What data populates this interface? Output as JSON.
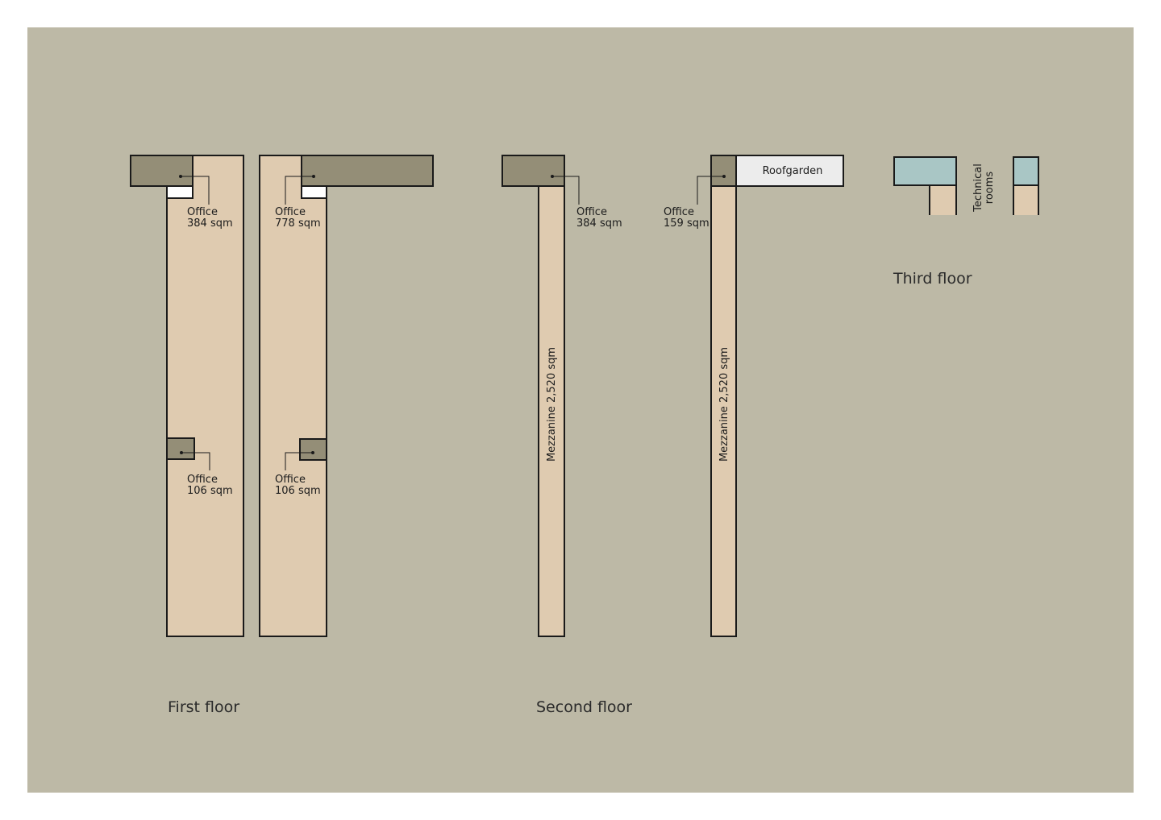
{
  "colors": {
    "board": "#bdb9a6",
    "mezzanine": "#dfcbb0",
    "office": "#948e77",
    "roofgarden": "#ececec",
    "technical": "#a9c6c5",
    "outline": "#1a1a1a"
  },
  "floors": {
    "first": {
      "title": "First floor",
      "labels": [
        {
          "name": "Office",
          "area": "384 sqm"
        },
        {
          "name": "Office",
          "area": "778 sqm"
        },
        {
          "name": "Office",
          "area": "106 sqm"
        },
        {
          "name": "Office",
          "area": "106 sqm"
        }
      ]
    },
    "second": {
      "title": "Second floor",
      "labels": [
        {
          "name": "Office",
          "area": "384 sqm"
        },
        {
          "name": "Office",
          "area": "159 sqm"
        }
      ],
      "mezzanine_label": "Mezzanine 2,520 sqm",
      "roofgarden_label": "Roofgarden"
    },
    "third": {
      "title": "Third floor",
      "technical_line1": "Technical",
      "technical_line2": "rooms"
    }
  }
}
